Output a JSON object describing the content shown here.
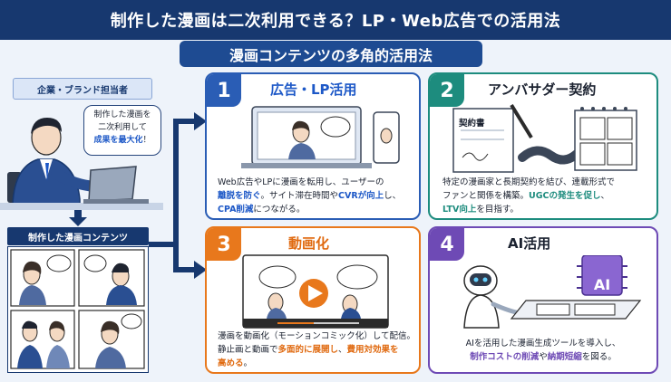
{
  "title": "制作した漫画は二次利用できる？LP・Web広告での活用法",
  "subtitle": "漫画コンテンツの多角的活用法",
  "left": {
    "tag": "企業・ブランド担当者",
    "bubble": {
      "line1": "制作した漫画を",
      "line2": "二次利用して",
      "line3a": "成果を最大化",
      "line3b": "！"
    },
    "section_label": "制作した漫画コンテンツ"
  },
  "cards": [
    {
      "num": "1",
      "title": "広告・LP活用",
      "b1": "Web広告やLPに漫画を転用し、ユーザーの",
      "b2a": "離脱を防ぐ",
      "b2b": "。サイト滞在時間や",
      "b2c": "CVRが向上",
      "b2d": "し、",
      "b3a": "CPA削減",
      "b3b": "につながる。"
    },
    {
      "num": "2",
      "title": "アンバサダー契約",
      "doc": "契約書",
      "b1": "特定の漫画家と長期契約を結び、連載形式で",
      "b2a": "ファンと関係を構築。",
      "b2b": "UGCの発生を促し",
      "b2c": "、",
      "b3a": "LTV向上",
      "b3b": "を目指す。"
    },
    {
      "num": "3",
      "title": "動画化",
      "b1": "漫画を動画化（モーションコミック化）して配信。",
      "b2a": "静止画と動画で",
      "b2b": "多面的に展開し",
      "b2c": "、",
      "b2d": "費用対効果を",
      "b3a": "高める",
      "b3b": "。"
    },
    {
      "num": "4",
      "title": "AI活用",
      "chip": "AI",
      "b1": "AIを活用した漫画生成ツールを導入し、",
      "b2a": "制作コストの削減",
      "b2b": "や",
      "b2c": "納期短縮",
      "b2d": "を図る。"
    }
  ],
  "colors": {
    "navy": "#17386f",
    "blue": "#2a5db5",
    "teal": "#1d8c7e",
    "orange": "#e8781c",
    "purple": "#6e4ab5"
  }
}
